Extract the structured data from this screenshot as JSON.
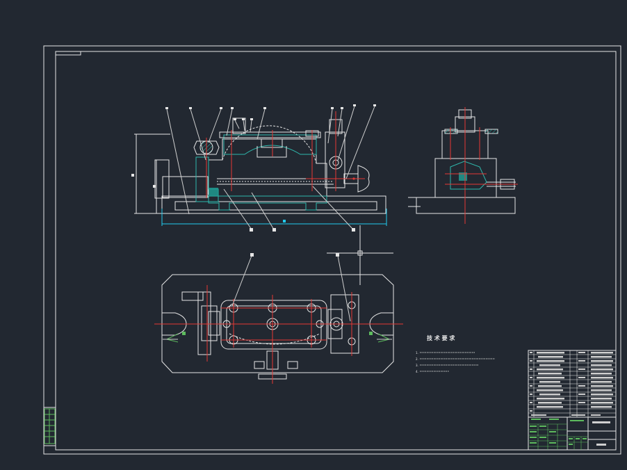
{
  "drawing": {
    "tech_requirements_title": "技 术 要 求",
    "tech_requirements_items": [
      "1. ",
      "2. ",
      "3. ",
      "4. "
    ],
    "title_block_name": "",
    "title_block_scale": ""
  },
  "colors": {
    "background": "#222831",
    "outline": "#e6e6e6",
    "center_line": "#e53935",
    "section_hatch": "#2fb9ad",
    "dimension": "#22ccee",
    "annotation_green": "#5dbb5d"
  },
  "icons": [
    "drawing-frame",
    "balloon-leader",
    "crosshair-marker"
  ]
}
